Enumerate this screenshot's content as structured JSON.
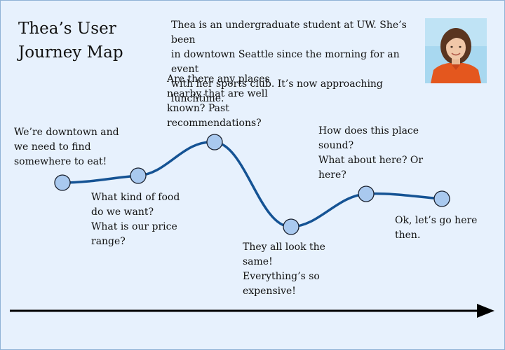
{
  "title": {
    "line1": "Thea’s User",
    "line2": "Journey Map"
  },
  "intro": {
    "line1": "Thea is an undergraduate student at UW. She’s been",
    "line2": "in downtown Seattle since the morning for an event",
    "line3": "with her sports club. It’s now approaching lunchtime."
  },
  "persona": {
    "icon": "persona-photo",
    "colors": {
      "background": "#a8d8f0",
      "hair": "#5a3520",
      "skin": "#f0c7a8",
      "shirt": "#e4571e"
    }
  },
  "steps": [
    {
      "lines": [
        "We’re downtown and",
        "we need to find",
        "somewhere to eat!"
      ]
    },
    {
      "lines": [
        "What kind of food",
        "do we want?",
        "What is our price",
        "range?"
      ]
    },
    {
      "lines": [
        "Are there any places",
        "nearby that are well",
        "known? Past",
        "recommendations?"
      ]
    },
    {
      "lines": [
        "They all look the",
        "same!",
        "Everything’s so",
        "expensive!"
      ]
    },
    {
      "lines": [
        "How does this place",
        "sound?",
        "What about here? Or",
        "here?"
      ]
    },
    {
      "lines": [
        "Ok, let’s go here",
        "then."
      ]
    }
  ],
  "colors": {
    "background": "#e7f1fd",
    "curve": "#155394",
    "node_fill": "#a9c9ef",
    "node_stroke": "#1b2230",
    "arrow": "#000000"
  }
}
